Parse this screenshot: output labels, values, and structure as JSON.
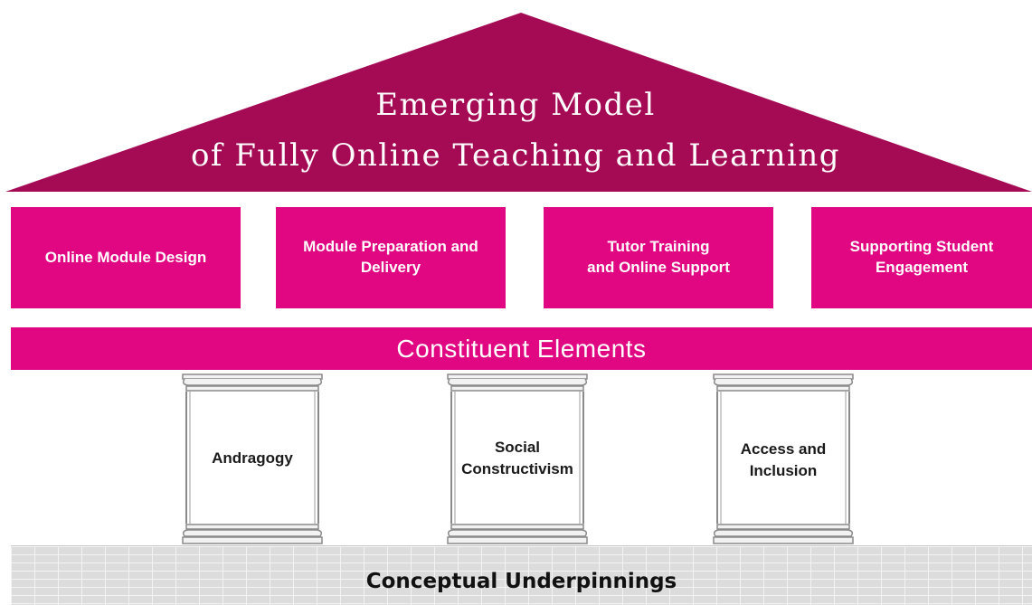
{
  "colors": {
    "roof": "#a50a55",
    "element_box": "#e10681",
    "band": "#e10681",
    "foundation": "#dcdcdc",
    "pillar_stroke": "#8a8a8a",
    "pillar_fill": "#f2f2f2"
  },
  "roof": {
    "title_line1": "Emerging Model",
    "title_line2": "of Fully Online Teaching and Learning"
  },
  "elements": [
    {
      "label": "Online Module Design"
    },
    {
      "label": "Module Preparation and\nDelivery"
    },
    {
      "label": "Tutor Training\nand Online Support"
    },
    {
      "label": "Supporting Student\nEngagement"
    }
  ],
  "band": {
    "label": "Constituent Elements"
  },
  "pillars": [
    {
      "label": "Andragogy"
    },
    {
      "label": "Social\nConstructivism"
    },
    {
      "label": "Access and\nInclusion"
    }
  ],
  "foundation": {
    "label": "Conceptual Underpinnings"
  }
}
